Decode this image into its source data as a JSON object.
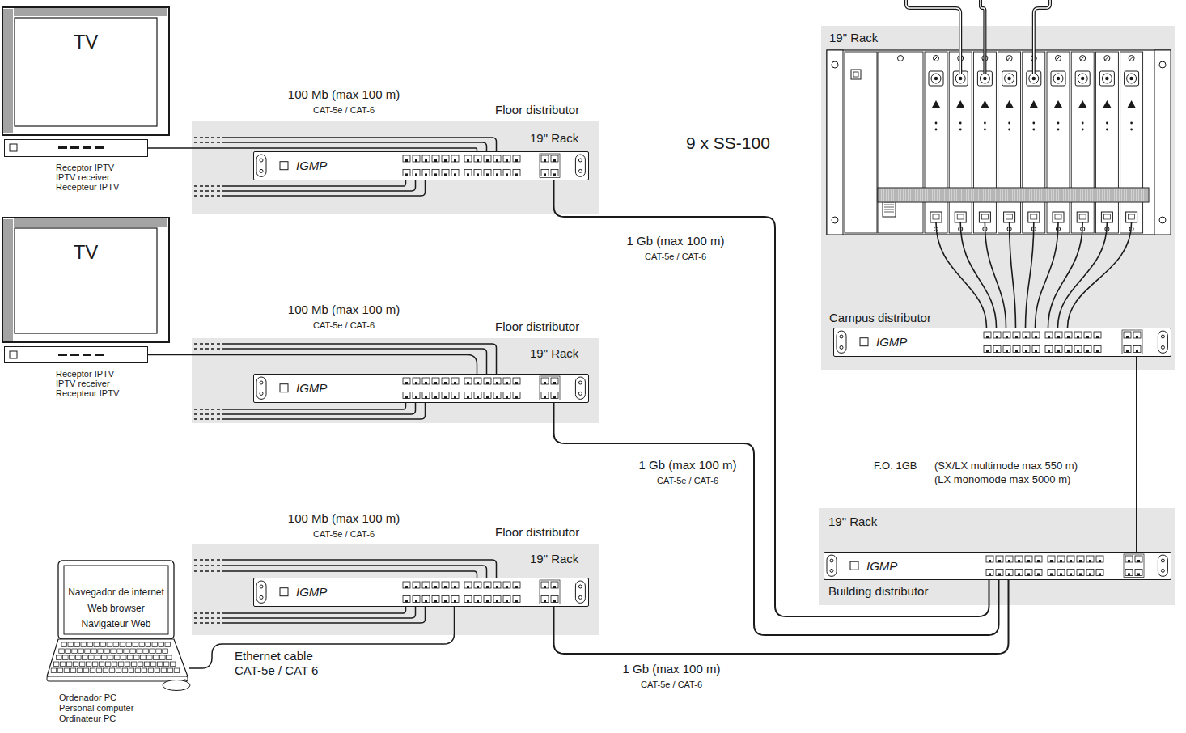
{
  "diagram": {
    "nodes": [
      {
        "text": [
          "TV"
        ]
      },
      {
        "text": [
          "Receptor IPTV",
          "IPTV receiver",
          "Recepteur IPTV"
        ]
      },
      {
        "text": [
          "Floor distributor",
          "19\" Rack"
        ]
      },
      {
        "text": [
          "IGMP"
        ],
        "in": 2
      },
      {
        "text": [
          "TV"
        ]
      },
      {
        "text": [
          "Receptor IPTV",
          "IPTV receiver",
          "Recepteur IPTV"
        ]
      },
      {
        "text": [
          "Floor distributor",
          "19\" Rack"
        ]
      },
      {
        "text": [
          "IGMP"
        ],
        "in": 6
      },
      {
        "text": [
          "Navegador de internet",
          "Web browser",
          "Navigateur Web",
          "Ordenador PC",
          "Personal computer",
          "Ordinateur PC"
        ]
      },
      {
        "text": [
          "Floor distributor",
          "19\" Rack"
        ]
      },
      {
        "text": [
          "IGMP"
        ],
        "in": 9
      },
      {
        "text": [
          "19\" Rack",
          "Campus distributor"
        ]
      },
      {
        "text": [
          "IGMP"
        ],
        "in": 11
      },
      {
        "text": [
          "19\" Rack",
          "Building distributor"
        ]
      },
      {
        "text": [
          "IGMP"
        ],
        "in": 13
      }
    ],
    "edges": [
      {
        "from": 1,
        "to": 3,
        "arrow": "none"
      },
      {
        "from": 5,
        "to": 7,
        "arrow": "none"
      },
      {
        "from": 8,
        "to": 10,
        "arrow": "none"
      },
      {
        "from": 3,
        "to": 14,
        "arrow": "none"
      },
      {
        "from": 7,
        "to": 14,
        "arrow": "none"
      },
      {
        "from": 10,
        "to": 14,
        "arrow": "none"
      },
      {
        "from": 12,
        "to": 14,
        "arrow": "none"
      }
    ],
    "labels": [
      "100 Mb (max 100 m)",
      "CAT-5e / CAT-6",
      "9 x SS-100",
      "1 Gb (max 100 m)",
      "CAT-5e / CAT-6",
      "100 Mb (max 100 m)",
      "CAT-5e / CAT-6",
      "F.O. 1GB",
      "(SX/LX multimode max 550 m)",
      "(LX monomode max 5000 m)",
      "1 Gb (max 100 m)",
      "CAT-5e / CAT-6",
      "100 Mb (max 100 m)",
      "CAT-5e / CAT-6",
      "Ethernet cable",
      "CAT-5e / CAT 6",
      "1 Gb (max 100 m)",
      "CAT-5e / CAT-6"
    ]
  }
}
